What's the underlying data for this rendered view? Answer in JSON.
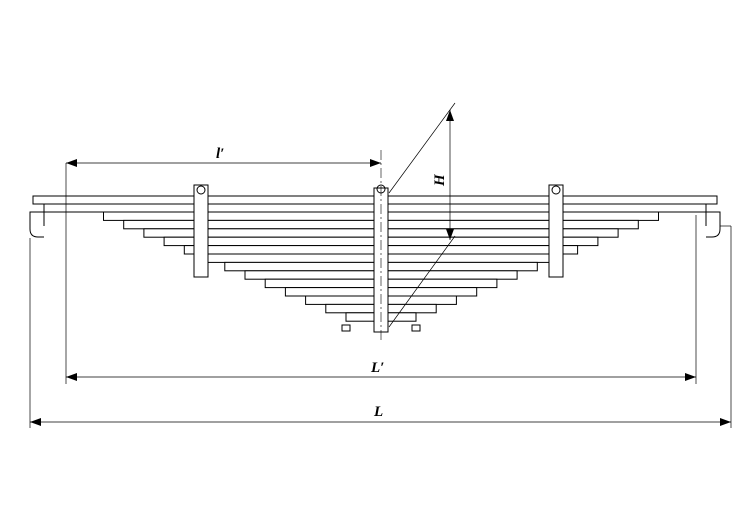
{
  "labels": {
    "half_span": "l′",
    "span_between_eyes": "L′",
    "total_length": "L",
    "camber_height": "H"
  },
  "colors": {
    "line": "#000000",
    "background": "#ffffff"
  }
}
